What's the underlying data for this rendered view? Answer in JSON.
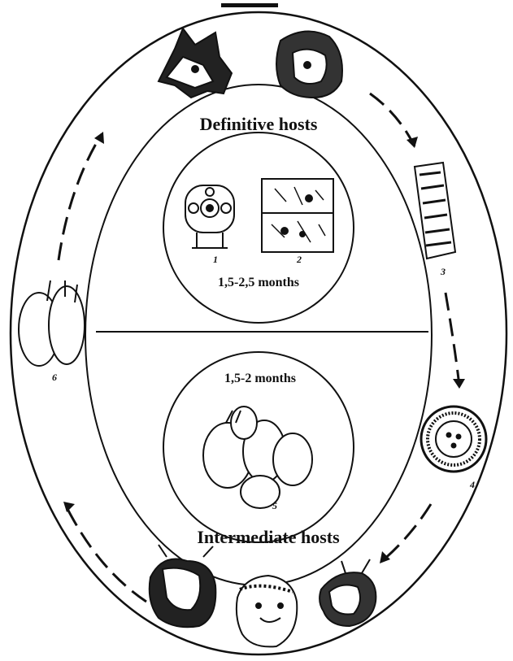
{
  "diagram": {
    "labels": {
      "definitive_hosts": "Definitive hosts",
      "intermediate_hosts": "Intermediate hosts",
      "definitive_period": "1,5-2,5 months",
      "intermediate_period": "1,5-2 months"
    },
    "stage_numbers": {
      "n1": "1",
      "n2": "2",
      "n3": "3",
      "n4": "4",
      "n5": "5",
      "n6": "6"
    },
    "icons": {
      "wolf": "wolf-head-icon",
      "dog": "dog-head-icon",
      "scolex": "scolex-icon",
      "proglottid": "mature-proglottid-icon",
      "gravid_segment": "gravid-segment-icon",
      "egg": "egg-icon",
      "cyst": "hydatid-cyst-icon",
      "cow": "cow-head-icon",
      "sheep": "sheep-head-icon",
      "pig": "pig-head-icon"
    },
    "colors": {
      "ink": "#111111",
      "paper": "#ffffff"
    }
  }
}
